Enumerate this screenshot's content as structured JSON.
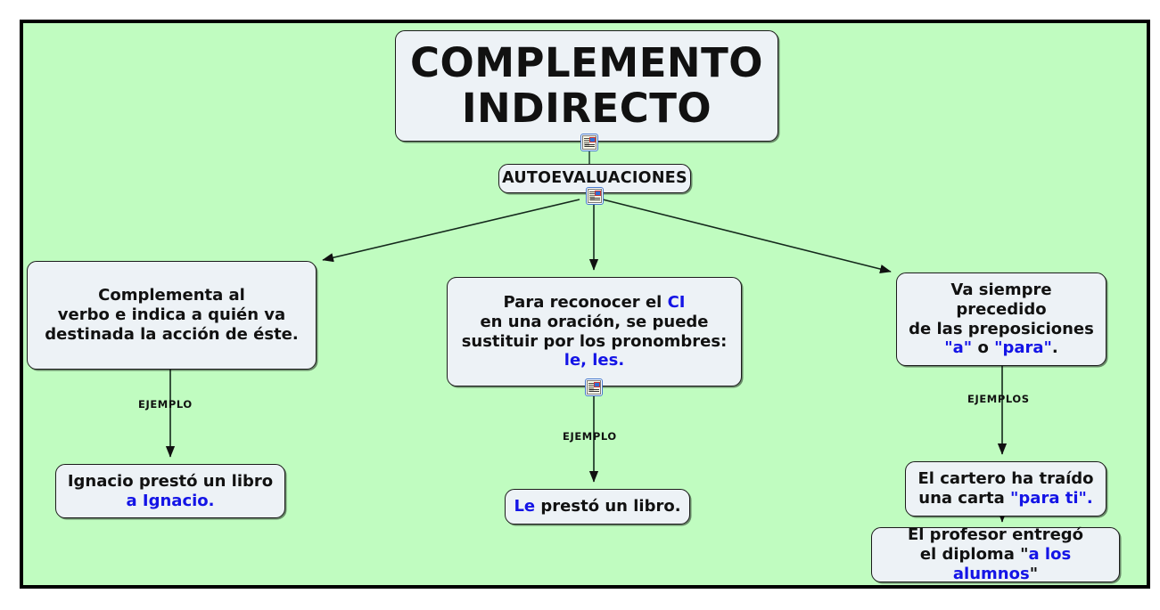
{
  "diagram": {
    "title": "COMPLEMENTO INDIRECTO",
    "type": "concept-map",
    "background_color": "#c0fcc0",
    "node_fill_color": "#edf2f6",
    "accent_color": "#1414e6",
    "border_color": "#000000"
  },
  "nodes": {
    "title": {
      "line1": "COMPLEMENTO",
      "line2": "INDIRECTO"
    },
    "autoevaluaciones": {
      "label": "AUTOEVALUACIONES"
    },
    "definition": {
      "line1": "Complementa al",
      "line2": "verbo e indica a quién va",
      "line3": "destinada la acción de éste."
    },
    "reconocer": {
      "line1_a": "Para reconocer el ",
      "line1_b": "CI",
      "line2": "en una oración, se puede",
      "line3": "sustituir por los pronombres:",
      "line4": "le, les."
    },
    "preposiciones": {
      "line1": "Va siempre precedido",
      "line2": "de las preposiciones",
      "line3_a": "\"a\"",
      "line3_b": " o ",
      "line3_c": "\"para\"",
      "line3_d": "."
    },
    "ejemplo_izquierda": {
      "line1": "Ignacio prestó un libro",
      "line2": "a Ignacio."
    },
    "ejemplo_centro": {
      "part1": "Le",
      "part2": " prestó un libro."
    },
    "ejemplo_derecha_1": {
      "line1": "El cartero ha traído",
      "line2_a": "una carta ",
      "line2_b": "\"",
      "line2_c": "para ti",
      "line2_d": "\"."
    },
    "ejemplo_derecha_2": {
      "line1": "El profesor entregó",
      "line2_a": "el diploma ",
      "line2_b": "\"",
      "line2_c": "a los alumnos",
      "line2_d": "\""
    }
  },
  "edge_labels": {
    "ejemplo_left": "EJEMPLO",
    "ejemplo_mid": "EJEMPLO",
    "ejemplos_right": "EJEMPLOS"
  },
  "icons": {
    "note_title": "note-attachment-icon",
    "note_auto": "note-attachment-icon",
    "note_recon": "note-attachment-icon"
  }
}
